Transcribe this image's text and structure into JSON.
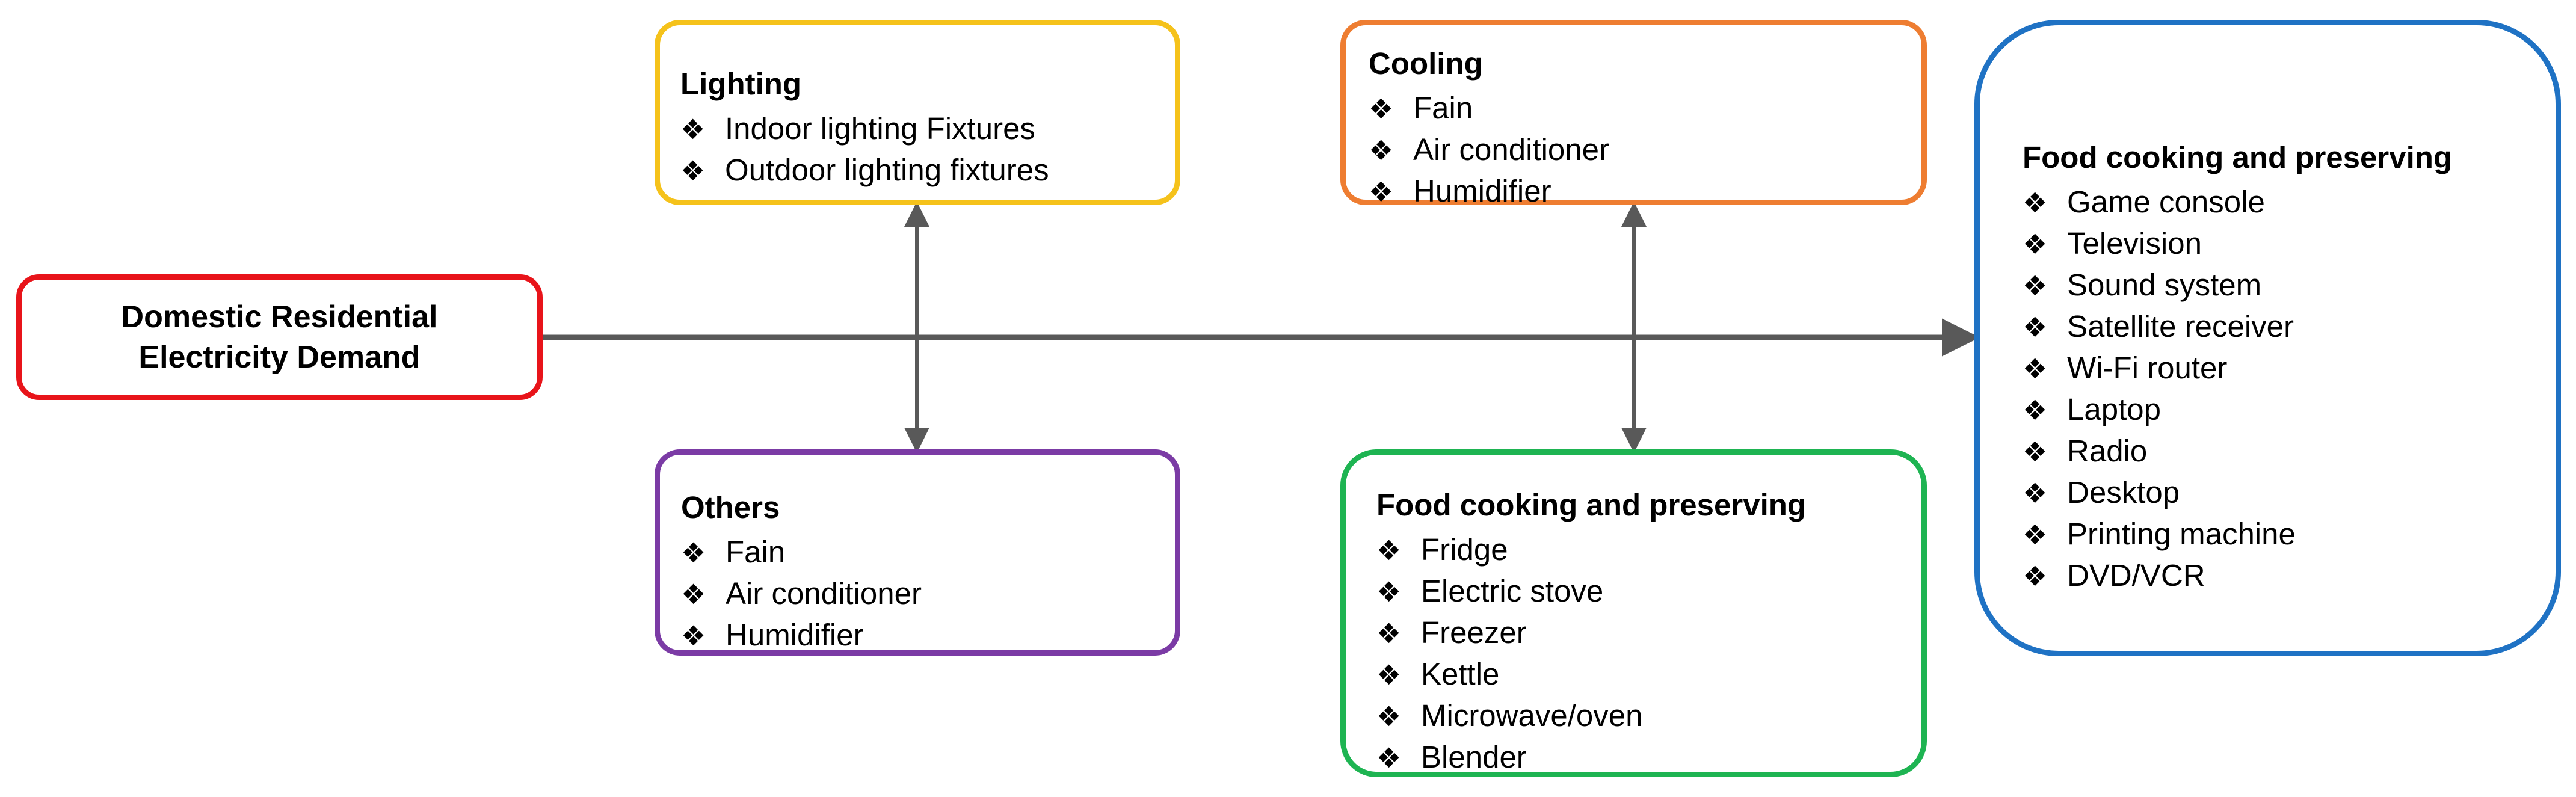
{
  "root": {
    "title_line1": "Domestic Residential",
    "title_line2": "Electricity Demand"
  },
  "categories": {
    "lighting": {
      "title": "Lighting",
      "items": [
        "Indoor lighting Fixtures",
        "Outdoor lighting fixtures"
      ]
    },
    "others": {
      "title": "Others",
      "items": [
        "Fain",
        "Air conditioner",
        "Humidifier"
      ]
    },
    "cooling": {
      "title": "Cooling",
      "items": [
        "Fain",
        "Air conditioner",
        "Humidifier"
      ]
    },
    "food": {
      "title": "Food cooking and preserving",
      "items": [
        "Fridge",
        "Electric stove",
        "Freezer",
        "Kettle",
        "Microwave/oven",
        "Blender"
      ]
    },
    "entertainment": {
      "title": "Food cooking and preserving",
      "items": [
        "Game console",
        "Television",
        "Sound system",
        "Satellite receiver",
        "Wi-Fi router",
        "Laptop",
        "Radio",
        "Desktop",
        "Printing machine",
        "DVD/VCR"
      ]
    }
  },
  "colors": {
    "root_border": "#e8141a",
    "lighting_border": "#f5c21b",
    "others_border": "#7b3ba5",
    "cooling_border": "#ee7d31",
    "food_border": "#1eb452",
    "entertainment_border": "#1f72c4",
    "connector": "#595959"
  },
  "bullet_icon": "black-diamond-minus-white-x"
}
